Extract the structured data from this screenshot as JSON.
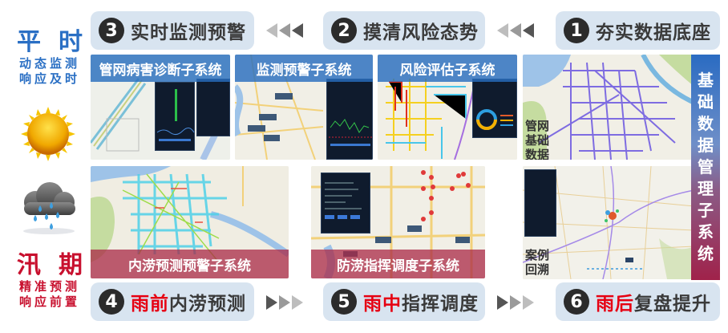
{
  "top_steps": [
    {
      "num": "3",
      "text": "实时监测预警"
    },
    {
      "num": "2",
      "text": "摸清风险态势"
    },
    {
      "num": "1",
      "text": "夯实数据底座"
    }
  ],
  "bottom_steps": [
    {
      "num": "4",
      "highlight": "雨前",
      "text": "内涝预测"
    },
    {
      "num": "5",
      "highlight": "雨中",
      "text": "指挥调度"
    },
    {
      "num": "6",
      "highlight": "雨后",
      "text": "复盘提升"
    }
  ],
  "normal_period": {
    "title_a": "平",
    "title_b": "时",
    "line1": "动态监测",
    "line2": "响应及时",
    "color": "#2a6fc4",
    "icon": "sun-icon"
  },
  "flood_period": {
    "title_a": "汛",
    "title_b": "期",
    "line1": "精准预测",
    "line2": "响应前置",
    "color": "#c8102e",
    "icon": "rain-cloud-icon"
  },
  "top_panels": [
    {
      "title": "管网病害诊断子系统"
    },
    {
      "title": "监测预警子系统"
    },
    {
      "title": "风险评估子系统"
    }
  ],
  "bottom_panels": [
    {
      "title": "内涝预测预警子系统"
    },
    {
      "title": "防涝指挥调度子系统"
    }
  ],
  "data_panel": {
    "band_title": [
      "基",
      "础",
      "数",
      "据",
      "管",
      "理",
      "子",
      "系",
      "统"
    ],
    "upper_label": [
      "管网",
      "基础",
      "数据"
    ],
    "lower_label": [
      "案例",
      "回溯"
    ]
  },
  "colors": {
    "pill_bg": "#d8e4f0",
    "highlight_red": "#e60012",
    "blue_bar": "#286ebe",
    "red_bar": "#aa2846"
  }
}
